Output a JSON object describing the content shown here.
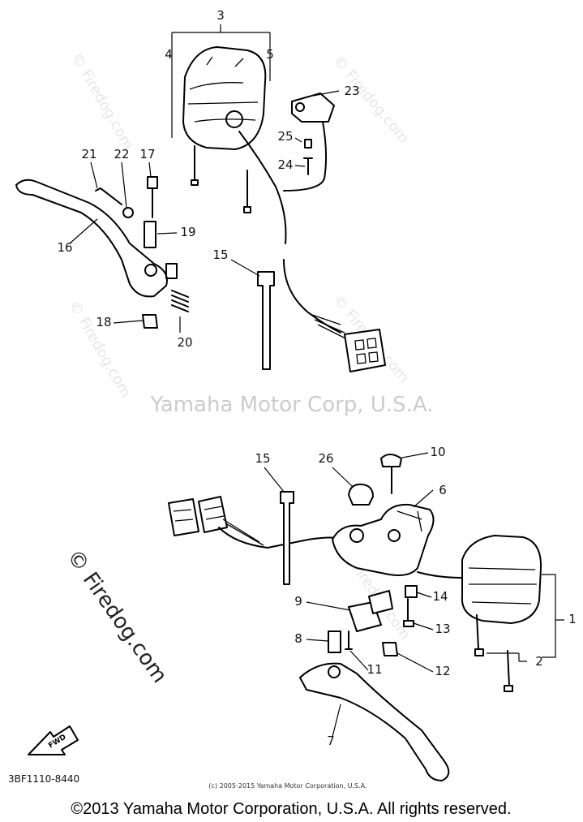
{
  "diagram": {
    "watermarks": {
      "firedog_small": "© Firedog.com",
      "firedog_large": "© Firedog.com",
      "mid_credit": "Yamaha Motor Corp, U.S.A."
    },
    "upper_assembly_labels": [
      "3",
      "4",
      "5",
      "23",
      "25",
      "24",
      "21",
      "22",
      "17",
      "19",
      "16",
      "15",
      "18",
      "20"
    ],
    "lower_assembly_labels": [
      "15",
      "26",
      "10",
      "6",
      "14",
      "9",
      "13",
      "8",
      "11",
      "12",
      "1",
      "2",
      "7"
    ],
    "part_code": "3BF1110-8440",
    "fwd_label": "FWD",
    "small_credit": "(c) 2005-2015 Yamaha Motor Corporation, U.S.A.",
    "copyright": "©2013 Yamaha Motor Corporation, U.S.A. All rights reserved."
  }
}
